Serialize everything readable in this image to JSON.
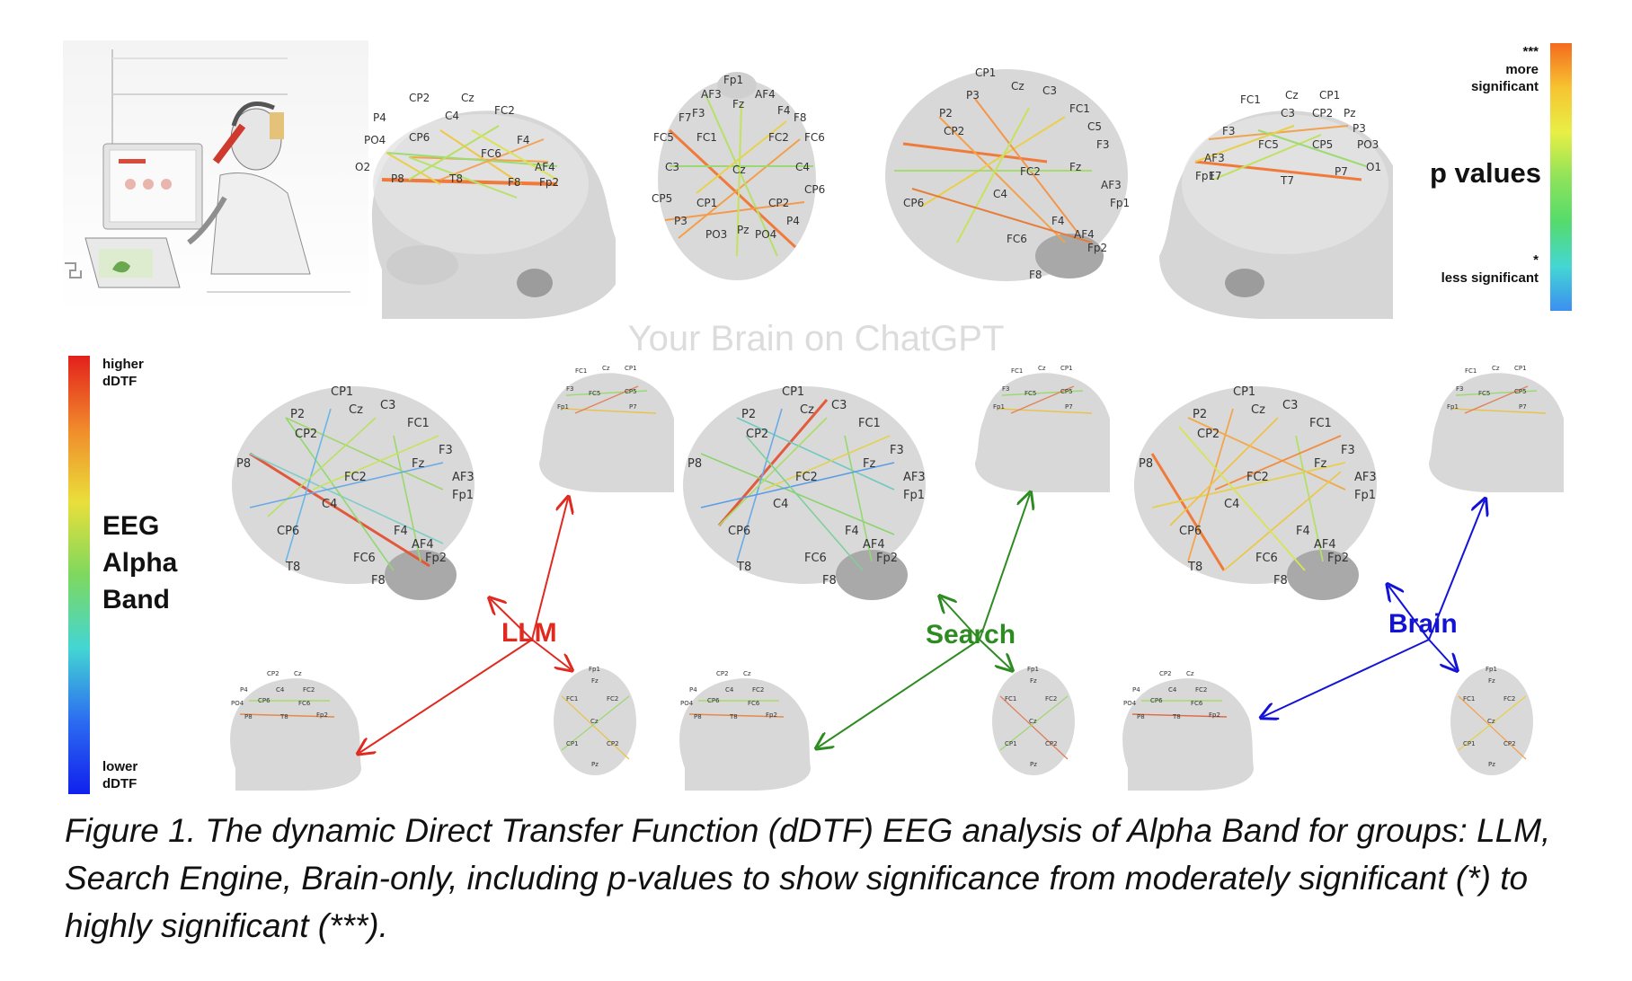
{
  "figure": {
    "caption": "Figure 1. The dynamic Direct Transfer Function (dDTF) EEG analysis of Alpha Band for groups: LLM, Search Engine, Brain-only, including p-values to show significance from moderately significant (*) to highly significant (***).",
    "watermark": "Your Brain on ChatGPT"
  },
  "pvalue_legend": {
    "top_stars": "***",
    "top_text": "more significant",
    "title": "p values",
    "bottom_stars": "*",
    "bottom_text": "less significant",
    "colors": [
      "#f46b1e",
      "#f7c431",
      "#e8ef45",
      "#90e35a",
      "#44d7d3",
      "#3b8ff0"
    ]
  },
  "ddtf_legend": {
    "top_text": "higher dDTF",
    "title_lines": [
      "EEG",
      "Alpha",
      "Band"
    ],
    "bottom_text": "lower dDTF",
    "colors": [
      "#e3201c",
      "#f08a2b",
      "#eadf3a",
      "#7ed85e",
      "#43d6d3",
      "#2c6cf0",
      "#1020ee"
    ]
  },
  "groups": [
    {
      "name": "LLM",
      "color": "#e02a20"
    },
    {
      "name": "Search",
      "color": "#2e8b22"
    },
    {
      "name": "Brain",
      "color": "#1313d8"
    }
  ],
  "electrodes": {
    "right_lateral": [
      "CP2",
      "Cz",
      "C4",
      "FC2",
      "P4",
      "CP6",
      "PO4",
      "FC6",
      "F4",
      "AF4",
      "O2",
      "P8",
      "T8",
      "F8",
      "Fp2"
    ],
    "top_view": [
      "Fp1",
      "AF3",
      "AF4",
      "Fz",
      "F3",
      "F4",
      "F7",
      "F8",
      "FC1",
      "FC2",
      "FC5",
      "FC6",
      "C3",
      "Cz",
      "C4",
      "CP5",
      "CP1",
      "CP2",
      "CP6",
      "P3",
      "Pz",
      "P4",
      "PO3",
      "PO4"
    ],
    "oblique": [
      "CP1",
      "Cz",
      "C3",
      "FC1",
      "C5",
      "P3",
      "P2",
      "CP2",
      "FC2",
      "Fz",
      "F3",
      "AF3",
      "Fp1",
      "C4",
      "F4",
      "FC6",
      "AF4",
      "Fp2",
      "CP6",
      "F8"
    ],
    "left_lateral": [
      "FC1",
      "Cz",
      "CP1",
      "C3",
      "CP2",
      "Pz",
      "P3",
      "F3",
      "FC5",
      "CP5",
      "PO3",
      "AF3",
      "F7",
      "P7",
      "O1",
      "Fp1",
      "T7"
    ]
  }
}
